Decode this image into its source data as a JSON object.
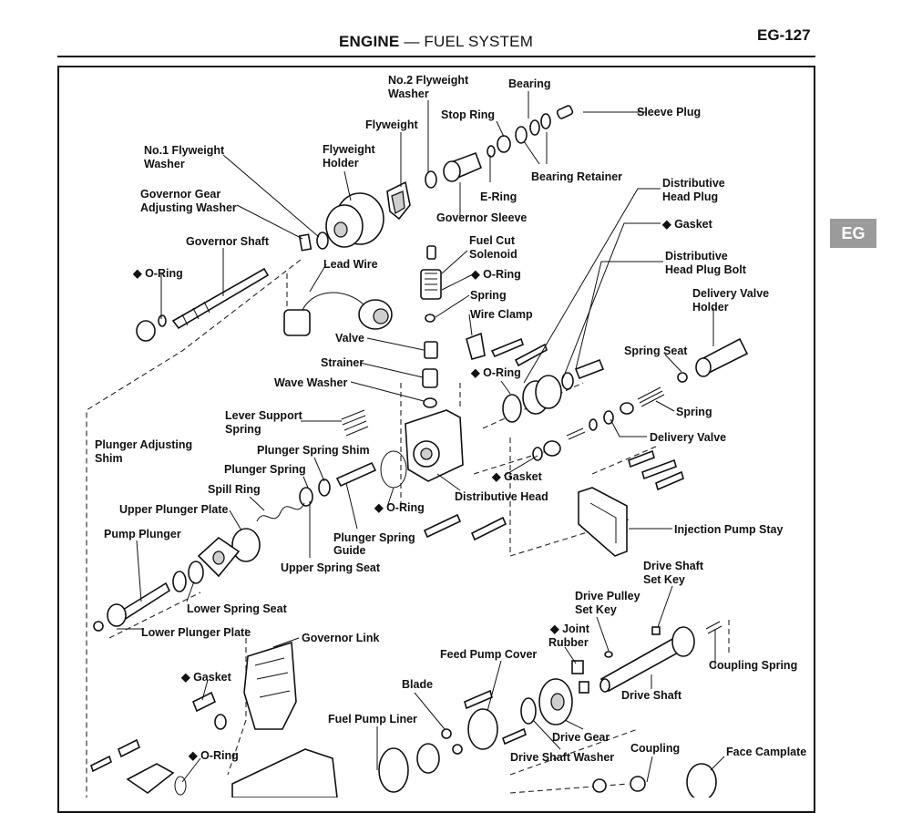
{
  "header": {
    "title_bold": "ENGINE",
    "title_rest": " — FUEL SYSTEM",
    "page_number": "EG-127"
  },
  "section_tab": "EG",
  "diagram": {
    "labels": {
      "no2_flyweight_washer_1": "No.2 Flyweight",
      "no2_flyweight_washer_2": "Washer",
      "bearing": "Bearing",
      "stop_ring": "Stop Ring",
      "sleeve_plug": "Sleeve Plug",
      "flyweight": "Flyweight",
      "no1_flyweight_washer_1": "No.1 Flyweight",
      "no1_flyweight_washer_2": "Washer",
      "flyweight_holder_1": "Flyweight",
      "flyweight_holder_2": "Holder",
      "bearing_retainer": "Bearing Retainer",
      "distributive_head_plug_1": "Distributive",
      "distributive_head_plug_2": "Head Plug",
      "governor_gear_1": "Governor Gear",
      "governor_gear_2": "Adjusting Washer",
      "e_ring": "E-Ring",
      "governor_sleeve": "Governor Sleeve",
      "gasket_1": "◆ Gasket",
      "governor_shaft": "Governor Shaft",
      "fuel_cut_solenoid_1": "Fuel Cut",
      "fuel_cut_solenoid_2": "Solenoid",
      "o_ring_solenoid": "◆ O-Ring",
      "distributive_plug_bolt_1": "Distributive",
      "distributive_plug_bolt_2": "Head Plug Bolt",
      "o_ring_shaft": "◆ O-Ring",
      "lead_wire": "Lead Wire",
      "spring_1": "Spring",
      "delivery_valve_holder_1": "Delivery Valve",
      "delivery_valve_holder_2": "Holder",
      "wire_clamp": "Wire Clamp",
      "valve": "Valve",
      "spring_seat": "Spring Seat",
      "strainer": "Strainer",
      "o_ring_head": "◆ O-Ring",
      "wave_washer": "Wave Washer",
      "spring_2": "Spring",
      "lever_support_spring_1": "Lever Support",
      "lever_support_spring_2": "Spring",
      "delivery_valve": "Delivery Valve",
      "plunger_adjusting_shim_1": "Plunger Adjusting",
      "plunger_adjusting_shim_2": "Shim",
      "plunger_spring_shim": "Plunger Spring Shim",
      "plunger_spring": "Plunger Spring",
      "gasket_2": "◆ Gasket",
      "spill_ring": "Spill Ring",
      "distributive_head": "Distributive Head",
      "upper_plunger_plate": "Upper Plunger Plate",
      "o_ring_mid": "◆ O-Ring",
      "injection_pump_stay": "Injection Pump Stay",
      "pump_plunger": "Pump Plunger",
      "plunger_spring_guide_1": "Plunger Spring",
      "plunger_spring_guide_2": "Guide",
      "upper_spring_seat": "Upper Spring Seat",
      "drive_shaft_set_key_1": "Drive Shaft",
      "drive_shaft_set_key_2": "Set Key",
      "drive_pulley_set_key_1": "Drive Pulley",
      "drive_pulley_set_key_2": "Set Key",
      "lower_spring_seat": "Lower Spring Seat",
      "joint_rubber_1": "◆ Joint",
      "joint_rubber_2": "Rubber",
      "lower_plunger_plate": "Lower Plunger Plate",
      "governor_link": "Governor Link",
      "feed_pump_cover": "Feed Pump Cover",
      "coupling_spring": "Coupling Spring",
      "gasket_3": "◆ Gasket",
      "blade": "Blade",
      "drive_shaft": "Drive Shaft",
      "fuel_pump_liner": "Fuel Pump Liner",
      "drive_gear": "Drive Gear",
      "coupling": "Coupling",
      "face_camplate": "Face Camplate",
      "drive_shaft_washer": "Drive Shaft Washer",
      "o_ring_bottom": "◆ O-Ring"
    }
  }
}
